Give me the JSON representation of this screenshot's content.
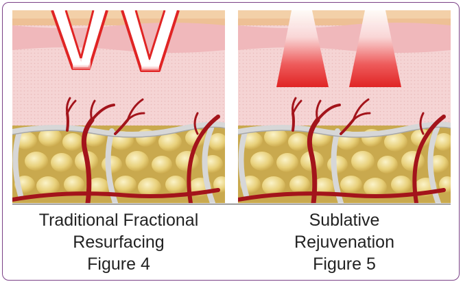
{
  "figures": [
    {
      "caption_line1": "Traditional Fractional",
      "caption_line2": "Resurfacing",
      "figure_label": "Figure 4",
      "treatment_shape": "ablative-v-channels"
    },
    {
      "caption_line1": "Sublative",
      "caption_line2": "Rejuvenation",
      "figure_label": "Figure 5",
      "treatment_shape": "subsurface-trapezoid-zones"
    }
  ],
  "colors": {
    "frame": "#7a3f86",
    "epidermis": "#f2c79c",
    "dermis": "#f5d4d4",
    "treatment": "#e02424",
    "vessel": "#a3141b",
    "fat": "#e6cf7a",
    "septa": "#cfcfcf"
  }
}
